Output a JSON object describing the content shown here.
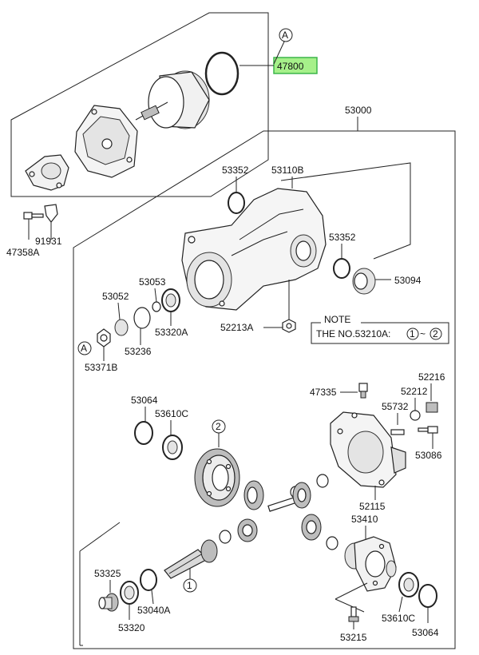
{
  "highlight_color": "#a6f08a",
  "labels": {
    "p47800": "47800",
    "p53000": "53000",
    "p53352a": "53352",
    "p53110b": "53110B",
    "p53352b": "53352",
    "p53094": "53094",
    "p91931": "91931",
    "p47358a": "47358A",
    "p53053": "53053",
    "p53052": "53052",
    "p53320a": "53320A",
    "p53236": "53236",
    "p52213a": "52213A",
    "p53371b": "53371B",
    "p47335": "47335",
    "p52216": "52216",
    "p52212": "52212",
    "p55732": "55732",
    "p53064a": "53064",
    "p53610ca": "53610C",
    "p53086": "53086",
    "p52115": "52115",
    "p53410": "53410",
    "p53325": "53325",
    "p53040a": "53040A",
    "p53320": "53320",
    "p53610cb": "53610C",
    "p53064b": "53064",
    "p53215": "53215"
  },
  "markers": {
    "a_top": "A",
    "a_left": "A",
    "two": "2",
    "one": "1"
  },
  "note": {
    "title": "NOTE",
    "text": "THE NO.53210A: ",
    "c1": "1",
    "tilde": "~",
    "c2": "2"
  }
}
